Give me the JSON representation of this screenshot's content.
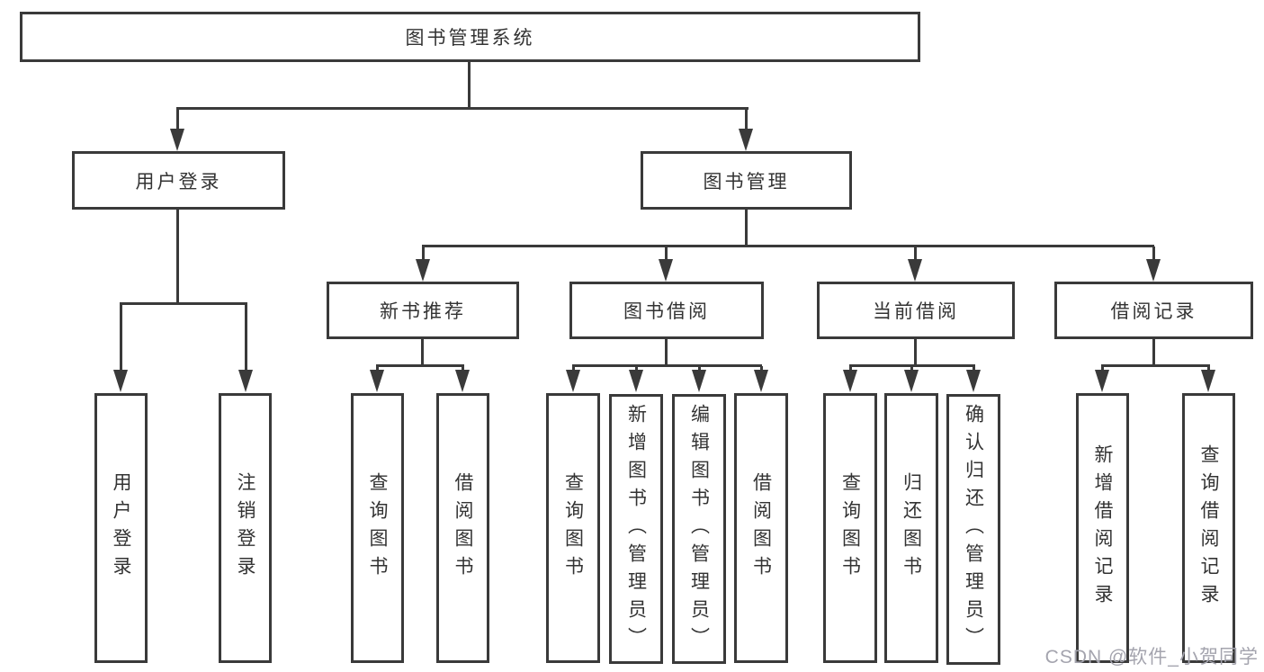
{
  "diagram": {
    "title": "图书管理系统",
    "level2": {
      "user_login": "用户登录",
      "book_mgmt": "图书管理"
    },
    "level3": {
      "new_book_rec": "新书推荐",
      "book_borrow": "图书借阅",
      "current_borrow": "当前借阅",
      "borrow_records": "借阅记录"
    },
    "leaves": {
      "user_login": [
        "用户登录",
        "注销登录"
      ],
      "new_book_rec": [
        "查询图书",
        "借阅图书"
      ],
      "book_borrow": [
        "查询图书",
        "新增图书（管理员）",
        "编辑图书（管理员）",
        "借阅图书"
      ],
      "current_borrow": [
        "查询图书",
        "归还图书",
        "确认归还（管理员）"
      ],
      "borrow_records": [
        "新增借阅记录",
        "查询借阅记录"
      ]
    },
    "watermark": "CSDN @软件_小贺同学",
    "colors": {
      "line": "#3a3a3a",
      "text": "#333333",
      "watermark": "#a4a4ae",
      "background": "#ffffff"
    }
  }
}
